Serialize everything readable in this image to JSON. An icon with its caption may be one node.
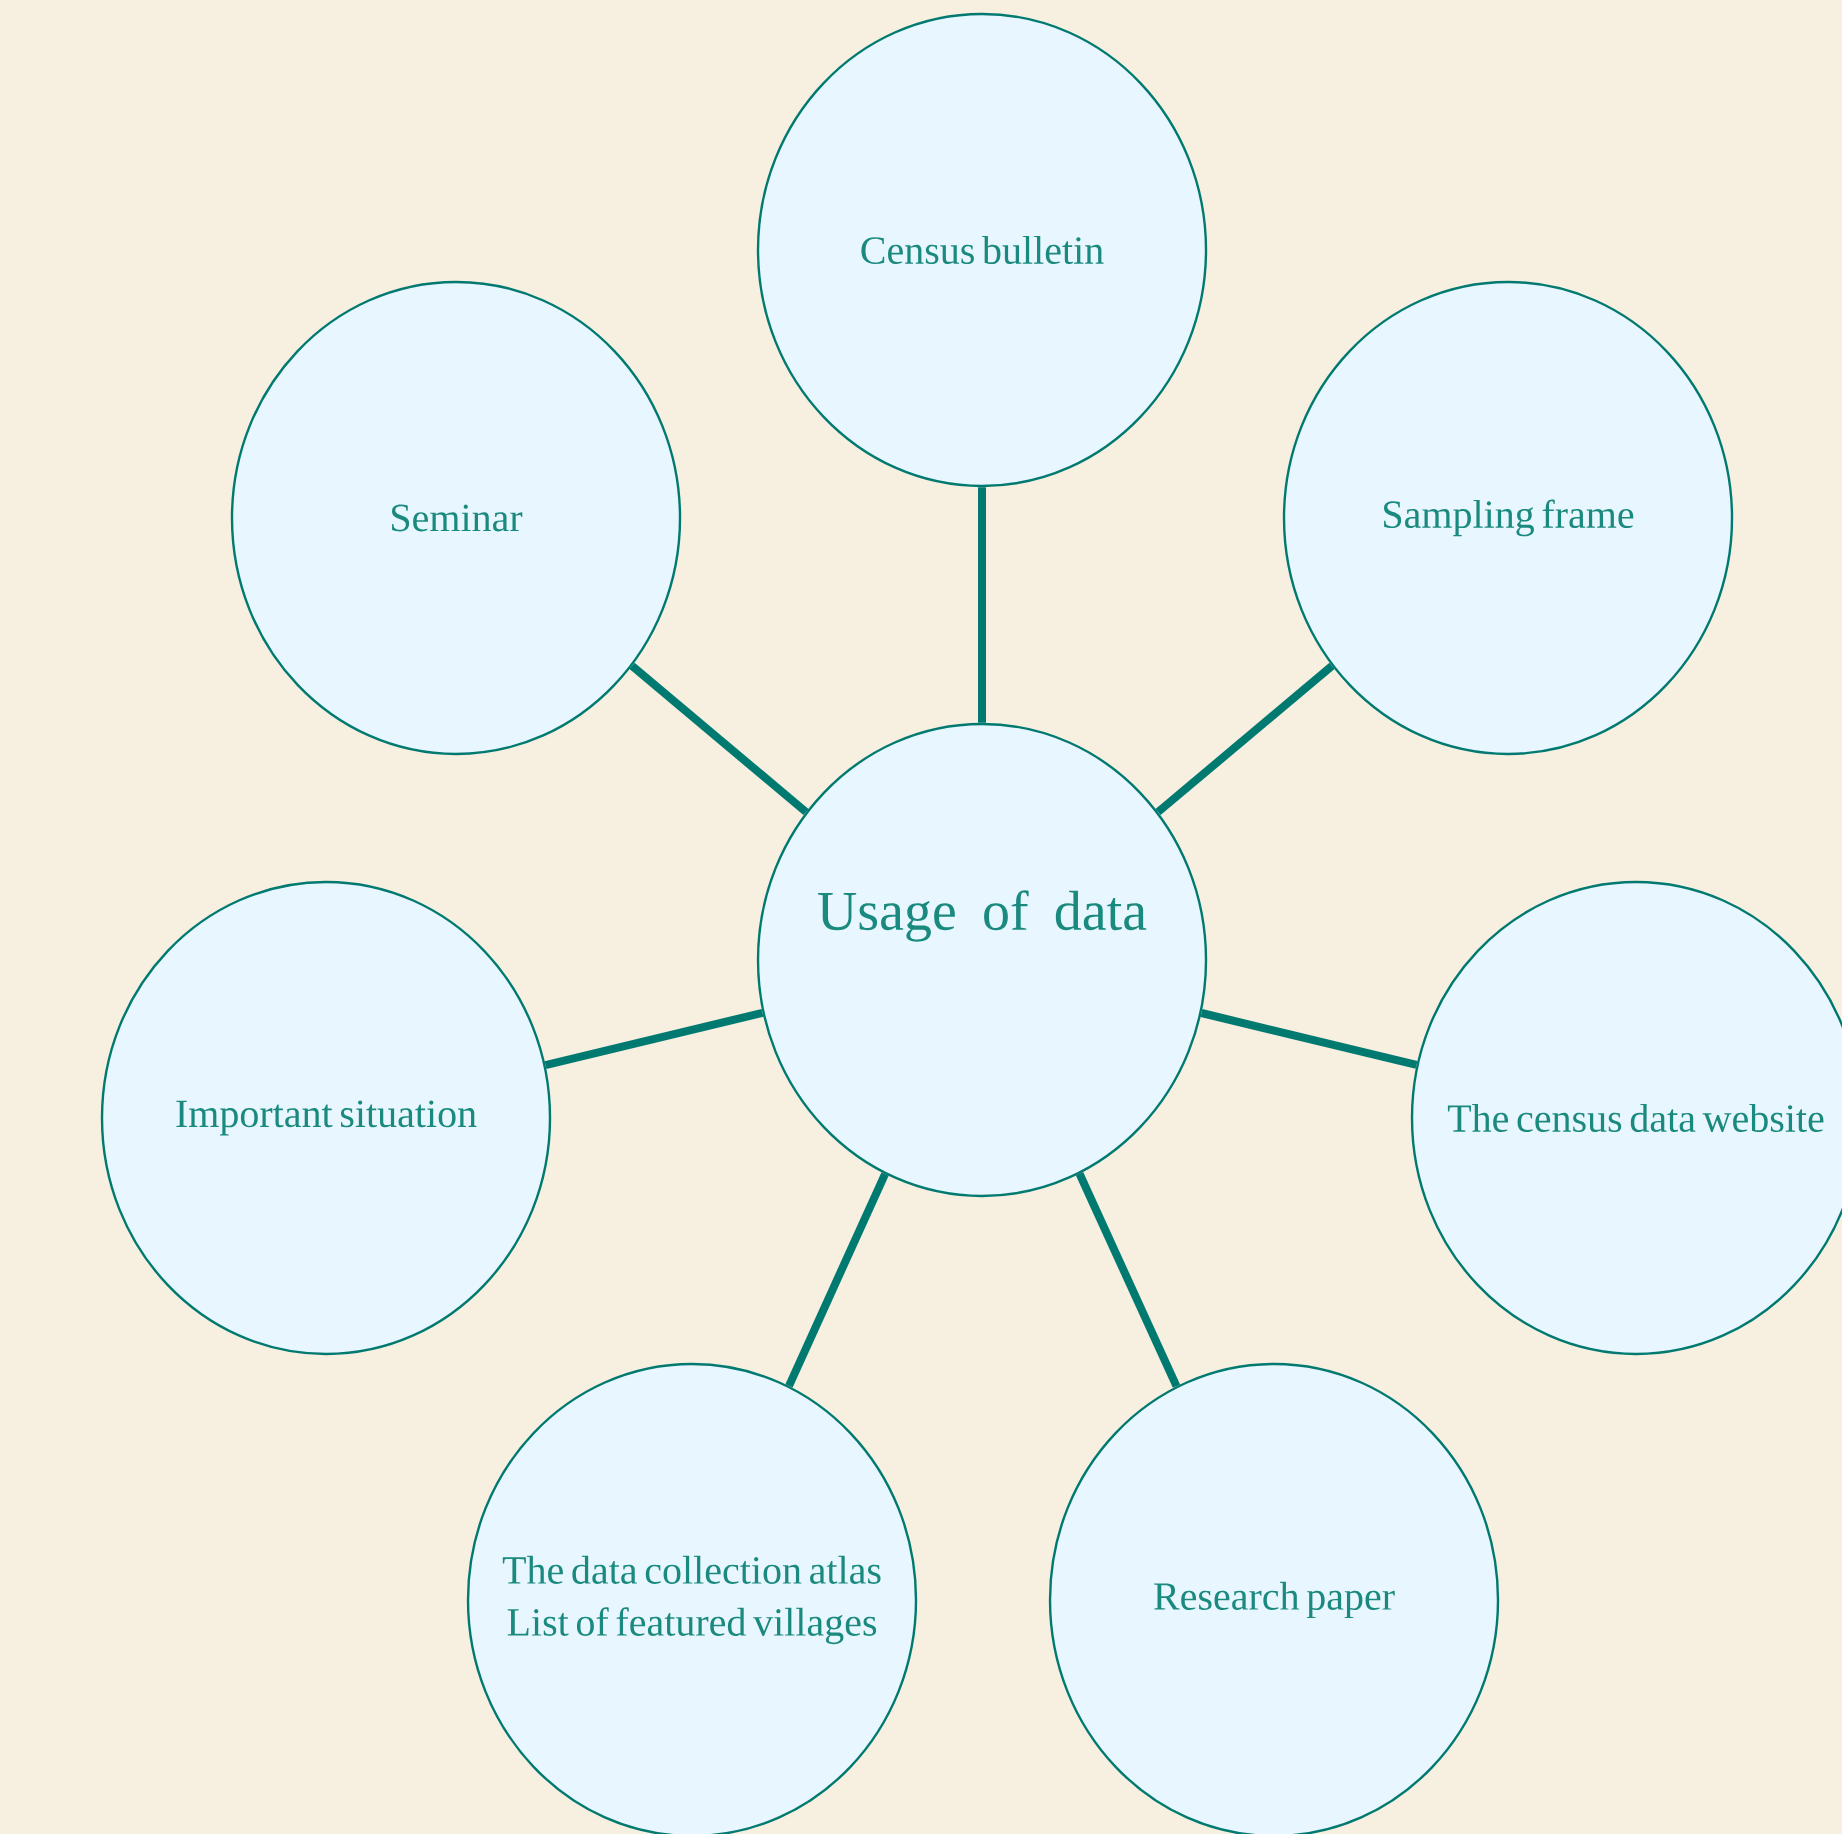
{
  "diagram": {
    "nodes": [
      {
        "text": [
          "Usage of data"
        ]
      },
      {
        "text": [
          "Census bulletin"
        ]
      },
      {
        "text": [
          "Seminar"
        ]
      },
      {
        "text": [
          "Sampling frame"
        ]
      },
      {
        "text": [
          "Important situation"
        ]
      },
      {
        "text": [
          "The census data website"
        ]
      },
      {
        "text": [
          "The data collection atlas",
          "List of featured villages"
        ]
      },
      {
        "text": [
          "Research paper"
        ]
      }
    ],
    "edges": [
      {
        "from": 0,
        "to": 1,
        "arrow": "none"
      },
      {
        "from": 0,
        "to": 2,
        "arrow": "none"
      },
      {
        "from": 0,
        "to": 3,
        "arrow": "none"
      },
      {
        "from": 0,
        "to": 4,
        "arrow": "none"
      },
      {
        "from": 0,
        "to": 5,
        "arrow": "none"
      },
      {
        "from": 0,
        "to": 6,
        "arrow": "none"
      },
      {
        "from": 0,
        "to": 7,
        "arrow": "none"
      }
    ]
  }
}
